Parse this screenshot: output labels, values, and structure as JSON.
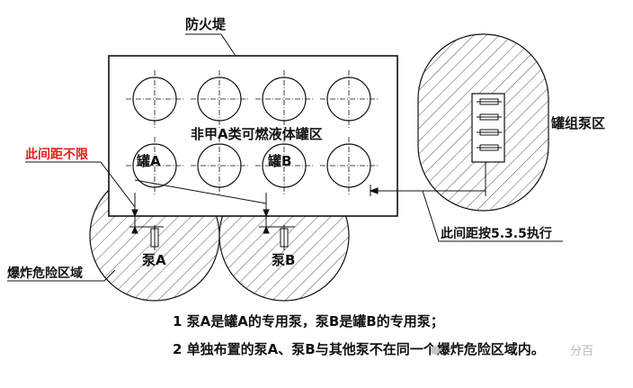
{
  "labels": {
    "dike": "防火堤",
    "tank_area": "非甲A类可燃液体罐区",
    "tank_a": "罐A",
    "tank_b": "罐B",
    "pump_a": "泵A",
    "pump_b": "泵B",
    "pump_area": "罐组泵区",
    "hazard_zone": "爆炸危险区域",
    "spacing_unlimited": "此间距不限",
    "spacing_rule": "此间距按5.3.5执行"
  },
  "notes": [
    "1 泵A是罐A的专用泵，泵B是罐B的专用泵；",
    "2 单独布置的泵A、泵B与其他泵不在同一个爆炸危险区域内。"
  ],
  "watermark": "分百",
  "colors": {
    "line": "#111111",
    "hatch": "#555555",
    "warning_label": "#e0211b"
  }
}
